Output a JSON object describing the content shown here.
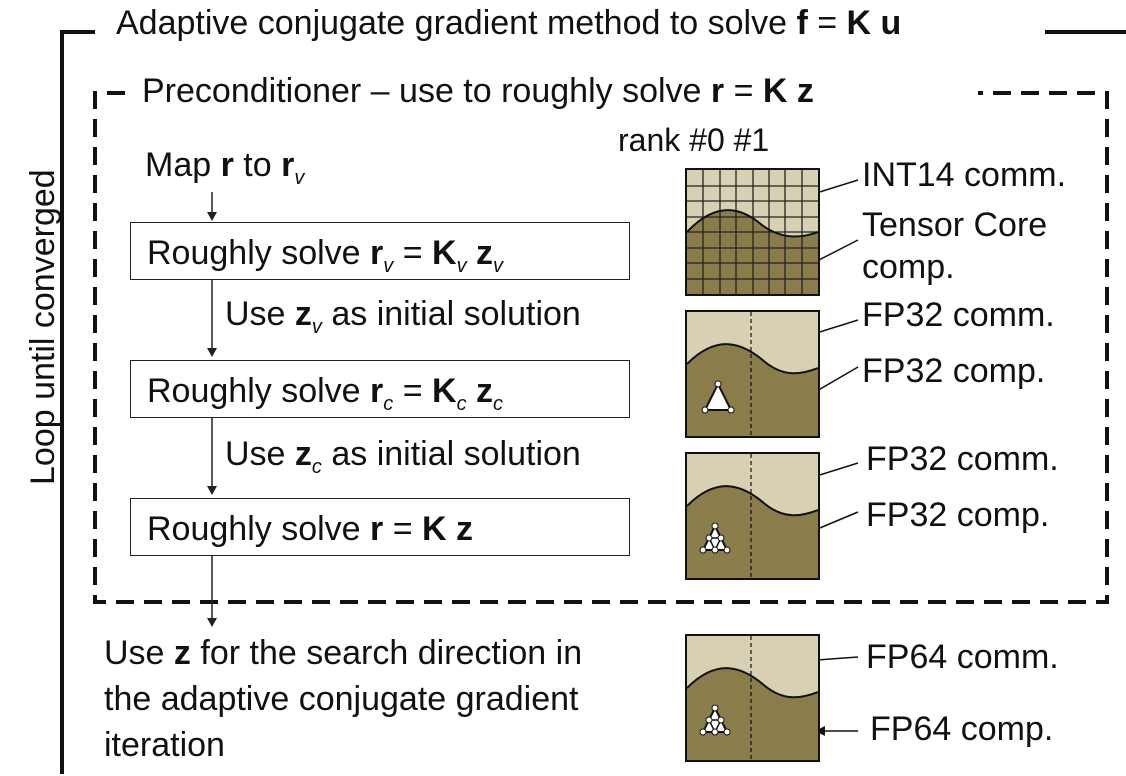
{
  "outer": {
    "title_pre": "Adaptive conjugate gradient method to solve ",
    "title_f": "f",
    "title_eq": " = ",
    "title_K": "K",
    "title_u": "u",
    "side_label": "Loop until converged"
  },
  "precond": {
    "title_pre": "Preconditioner – use to roughly solve ",
    "title_r": "r",
    "title_eq": " = ",
    "title_K": "K",
    "title_z": "z"
  },
  "steps": {
    "map_pre": "Map ",
    "map_r": "r",
    "map_to": " to ",
    "map_rv": "r",
    "map_rv_sub": "v",
    "box1_pre": "Roughly solve ",
    "box1_r": "r",
    "box1_r_sub": "v",
    "box1_eq": " = ",
    "box1_K": "K",
    "box1_K_sub": "v",
    "box1_z": "z",
    "box1_z_sub": "v",
    "use1_pre": "Use ",
    "use1_z": "z",
    "use1_z_sub": "v",
    "use1_post": " as initial solution",
    "box2_pre": "Roughly solve ",
    "box2_r": "r",
    "box2_r_sub": "c",
    "box2_eq": " = ",
    "box2_K": "K",
    "box2_K_sub": "c",
    "box2_z": "z",
    "box2_z_sub": "c",
    "use2_pre": "Use ",
    "use2_z": "z",
    "use2_z_sub": "c",
    "use2_post": " as initial solution",
    "box3_pre": "Roughly solve ",
    "box3_r": "r",
    "box3_eq": " = ",
    "box3_K": "K",
    "box3_z": "z",
    "final_line1_pre": "Use ",
    "final_line1_z": "z",
    "final_line1_post": " for the search direction in",
    "final_line2": "the adaptive conjugate gradient",
    "final_line3": "iteration"
  },
  "rank_label": "rank #0  #1",
  "panels": [
    {
      "comm": "INT14 comm.",
      "comp_line1": "Tensor Core",
      "comp_line2": "comp."
    },
    {
      "comm": "FP32 comm.",
      "comp": "FP32 comp."
    },
    {
      "comm": "FP32 comm.",
      "comp": "FP32 comp."
    },
    {
      "comm": "FP64 comm.",
      "comp": "FP64 comp."
    }
  ],
  "colors": {
    "light": "#d8d0b2",
    "dark": "#8a7d4b",
    "line": "#111111"
  }
}
